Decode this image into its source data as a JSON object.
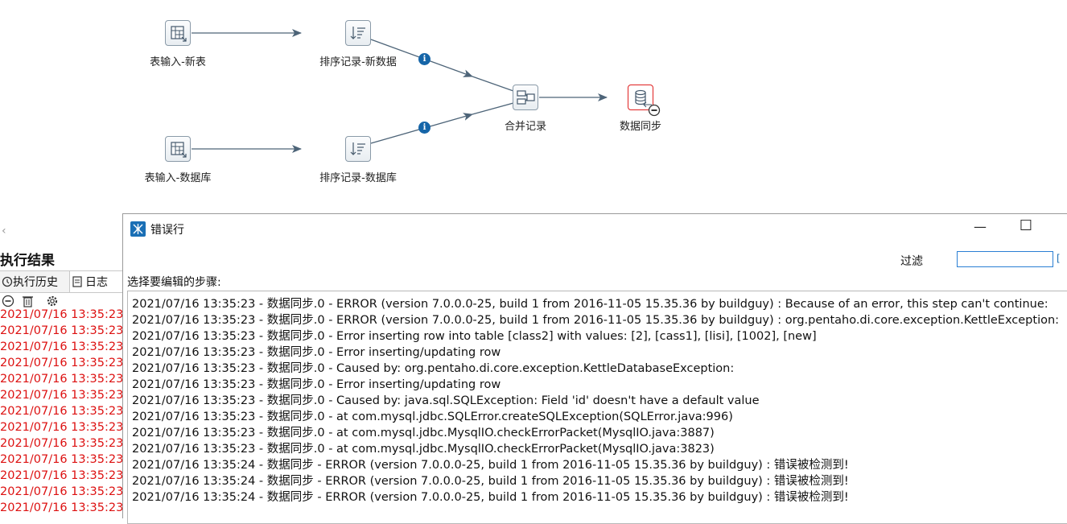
{
  "flow": {
    "steps": [
      {
        "id": "table-input-new",
        "label": "表输入-新表",
        "icon": "table-input-icon"
      },
      {
        "id": "sort-new",
        "label": "排序记录-新数据",
        "icon": "sort-rows-icon"
      },
      {
        "id": "table-input-db",
        "label": "表输入-数据库",
        "icon": "table-input-icon"
      },
      {
        "id": "sort-db",
        "label": "排序记录-数据库",
        "icon": "sort-rows-icon"
      },
      {
        "id": "merge",
        "label": "合并记录",
        "icon": "merge-rows-icon"
      },
      {
        "id": "sync",
        "label": "数据同步",
        "icon": "database-sync-icon"
      }
    ],
    "info_glyph": "i",
    "error_color": "#e02020",
    "link_color": "#4d6478"
  },
  "results": {
    "collapse_glyph": "‹",
    "title": "执行结果",
    "tabs": [
      {
        "label": "执行历史",
        "icon": "history-icon"
      },
      {
        "label": "日志",
        "icon": "log-icon"
      }
    ],
    "log_items": [
      "2021/07/16 13:35:23",
      "2021/07/16 13:35:23",
      "2021/07/16 13:35:23",
      "2021/07/16 13:35:23",
      "2021/07/16 13:35:23",
      "2021/07/16 13:35:23",
      "2021/07/16 13:35:23",
      "2021/07/16 13:35:23",
      "2021/07/16 13:35:23",
      "2021/07/16 13:35:23",
      "2021/07/16 13:35:23",
      "2021/07/16 13:35:23",
      "2021/07/16 13:35:23",
      "2021/07/16 13:35:23"
    ],
    "log_color": "#dd1111"
  },
  "dialog": {
    "title": "错误行",
    "minimize_glyph": "—",
    "maximize_glyph": "☐",
    "filter_label": "过滤",
    "filter_value": "",
    "filter_button_glyph": "[",
    "select_step_label": "选择要编辑的步骤:",
    "lines": [
      "2021/07/16 13:35:23 - 数据同步.0 - ERROR (version 7.0.0.0-25, build 1 from 2016-11-05 15.35.36 by buildguy) : Because of an error, this step can't continue:",
      "2021/07/16 13:35:23 - 数据同步.0 - ERROR (version 7.0.0.0-25, build 1 from 2016-11-05 15.35.36 by buildguy) : org.pentaho.di.core.exception.KettleException:",
      "2021/07/16 13:35:23 - 数据同步.0 - Error inserting row into table [class2] with values: [2], [cass1], [lisi], [1002], [new]",
      "2021/07/16 13:35:23 - 数据同步.0 - Error inserting/updating row",
      "2021/07/16 13:35:23 - 数据同步.0 - Caused by: org.pentaho.di.core.exception.KettleDatabaseException:",
      "2021/07/16 13:35:23 - 数据同步.0 - Error inserting/updating row",
      "2021/07/16 13:35:23 - 数据同步.0 - Caused by: java.sql.SQLException: Field 'id' doesn't have a default value",
      "2021/07/16 13:35:23 - 数据同步.0 - at com.mysql.jdbc.SQLError.createSQLException(SQLError.java:996)",
      "2021/07/16 13:35:23 - 数据同步.0 - at com.mysql.jdbc.MysqlIO.checkErrorPacket(MysqlIO.java:3887)",
      "2021/07/16 13:35:23 - 数据同步.0 - at com.mysql.jdbc.MysqlIO.checkErrorPacket(MysqlIO.java:3823)",
      "2021/07/16 13:35:24 - 数据同步 - ERROR (version 7.0.0.0-25, build 1 from 2016-11-05 15.35.36 by buildguy) : 错误被检测到!",
      "2021/07/16 13:35:24 - 数据同步 - ERROR (version 7.0.0.0-25, build 1 from 2016-11-05 15.35.36 by buildguy) : 错误被检测到!",
      "2021/07/16 13:35:24 - 数据同步 - ERROR (version 7.0.0.0-25, build 1 from 2016-11-05 15.35.36 by buildguy) : 错误被检测到!"
    ]
  }
}
